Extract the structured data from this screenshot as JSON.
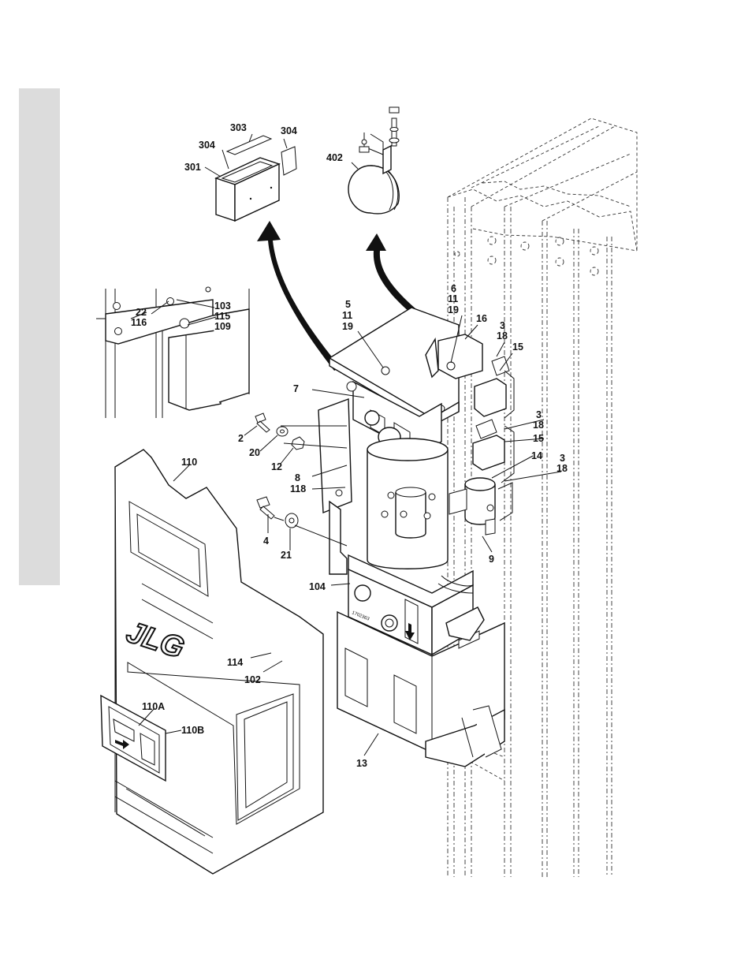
{
  "diagram": {
    "labels": {
      "l301": "301",
      "l303": "303",
      "l304a": "304",
      "l304b": "304",
      "l402": "402",
      "l5": "5",
      "l11a": "11",
      "l19a": "19",
      "l6": "6",
      "l11b": "11",
      "l19b": "19",
      "l16": "16",
      "l3a": "3",
      "l18a": "18",
      "l15a": "15",
      "l3b": "3",
      "l18b": "18",
      "l15b": "15",
      "l14": "14",
      "l3c": "3",
      "l18c": "18",
      "l9": "9",
      "l22": "22",
      "l116": "116",
      "l103": "103",
      "l115": "115",
      "l109": "109",
      "l7": "7",
      "l2": "2",
      "l20": "20",
      "l12": "12",
      "l8": "8",
      "l118": "118",
      "l110": "110",
      "l4": "4",
      "l21": "21",
      "l104": "104",
      "l114": "114",
      "l102": "102",
      "l110A": "110A",
      "l110B": "110B",
      "l13": "13"
    },
    "decals": {
      "logo": "JLG",
      "part_number": "1702363"
    }
  }
}
